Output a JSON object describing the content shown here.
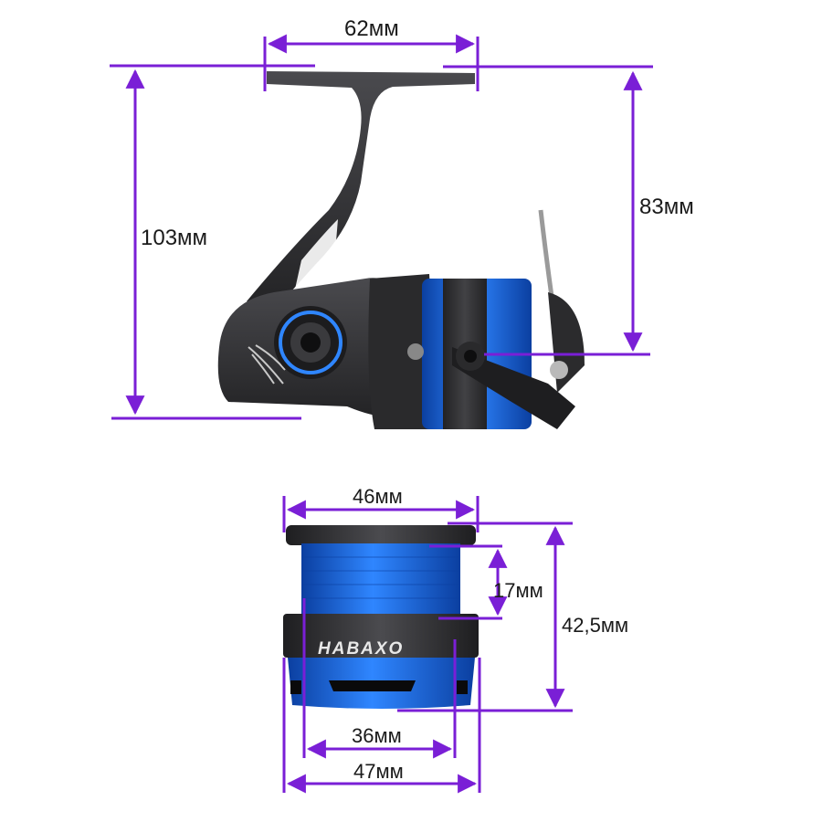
{
  "colors": {
    "dimension": "#7a1fd6",
    "reel_dark": "#2b2b2d",
    "reel_body": "#3a3a3d",
    "reel_blue": "#1565d8",
    "reel_blue_light": "#3b8cff"
  },
  "reel": {
    "dimensions": {
      "handle_width": "62мм",
      "total_height": "103мм",
      "upper_height": "83мм"
    }
  },
  "spool": {
    "brand": "HABAXO",
    "dimensions": {
      "top_diameter": "46мм",
      "line_capacity_height": "17мм",
      "total_height": "42,5мм",
      "inner_diameter": "36мм",
      "bottom_diameter": "47мм"
    }
  }
}
